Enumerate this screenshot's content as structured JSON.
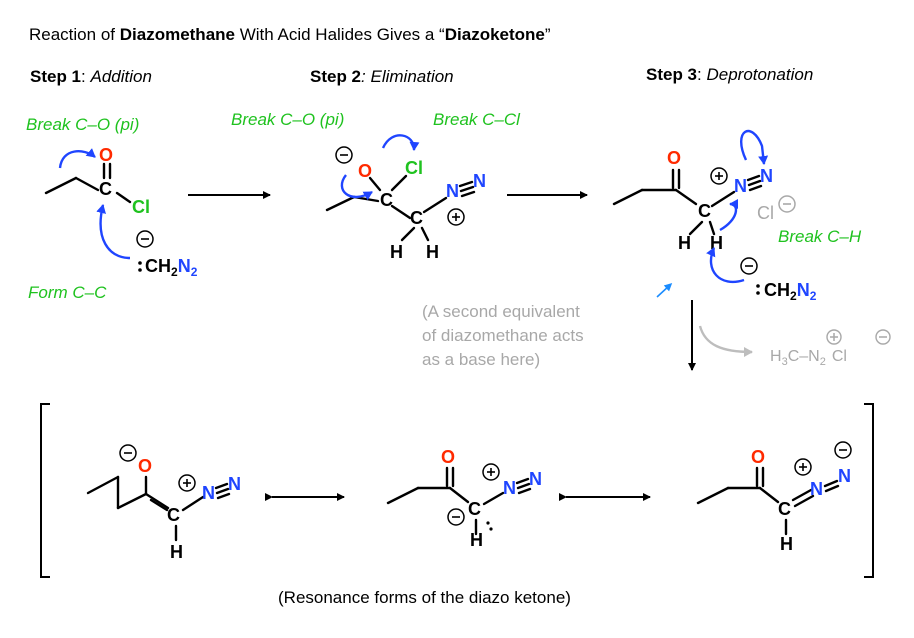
{
  "title": {
    "part1": "Reaction of ",
    "bold1": "Diazomethane",
    "part2": " With Acid Halides Gives a “",
    "bold2": "Diazoketone",
    "part3": "”"
  },
  "steps": [
    {
      "label": "Step 1",
      "sep": ": ",
      "name": "Addition"
    },
    {
      "label": "Step 2",
      "sep": ": ",
      "name": "Elimination"
    },
    {
      "label": "Step 3",
      "sep": ": ",
      "name": "Deprotonation"
    }
  ],
  "annotations": {
    "break_co_1": "Break C–O (pi)",
    "form_cc": "Form C–C",
    "break_co_2": "Break C–O (pi)",
    "break_ccl": "Break C–Cl",
    "break_ch": "Break C–H"
  },
  "atoms": {
    "O": "O",
    "C": "C",
    "Cl": "Cl",
    "H": "H",
    "N": "N",
    "CH2": "CH",
    "two": "2",
    "H3C": "H",
    "three": "3",
    "dash_N": "C–N"
  },
  "note": {
    "line1": "(A second equivalent",
    "line2": "of diazomethane acts",
    "line3": "as a base here)"
  },
  "byproduct": "H3C–N2 Cl",
  "caption": "(Resonance forms of the diazo ketone)",
  "colors": {
    "oxygen": "#ff2a00",
    "nitrogen": "#1f45ff",
    "chlorine": "#1fc21f",
    "arrow": "#1f45ff",
    "annotation": "#1fc21f",
    "faded": "#a8a8a8"
  }
}
